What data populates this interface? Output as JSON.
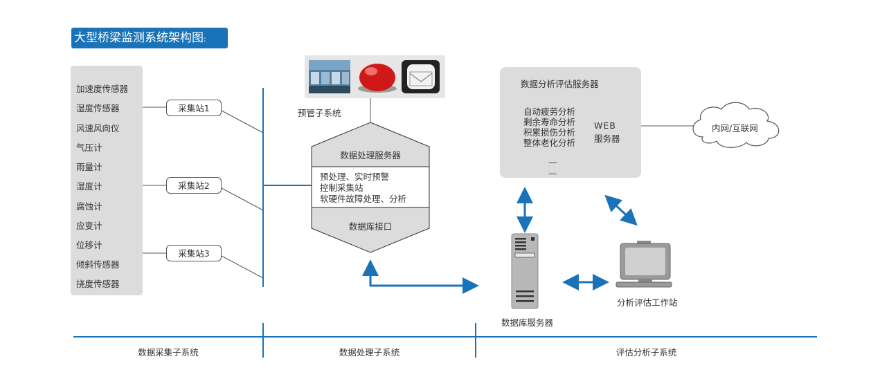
{
  "title": "大型桥梁监测系统架构图",
  "title_suffix": ":",
  "sensors": [
    "加速度传感器",
    "湿度传感器",
    "风速风向仪",
    "气压计",
    "雨量计",
    "湿度计",
    "腐蚀计",
    "应变计",
    "位移计",
    "倾斜传感器",
    "挠度传感器"
  ],
  "stations": [
    "采集站1",
    "采集站2",
    "采集站3"
  ],
  "warning": {
    "label": "预管子系统"
  },
  "processing": {
    "title": "数据处理服务器",
    "lines": [
      "预处理、实时预警",
      "控制采集站",
      "软硬件故障处理、分析"
    ],
    "db_interface": "数据库接口"
  },
  "analysis": {
    "title": "数据分析评估服务器",
    "items": [
      "自动疲劳分析",
      "剩余寿命分析",
      "积累损伤分析",
      "整体老化分析",
      "—",
      "—"
    ],
    "web": [
      "WEB",
      "服务器"
    ]
  },
  "network": "内网/互联网",
  "db_server": "数据库服务器",
  "workstation": "分析评估工作站",
  "subsystems": [
    "数据采集子系统",
    "数据处理子系统",
    "评估分析子系统"
  ],
  "colors": {
    "accent": "#1a73b8",
    "panel": "#dcdcdc",
    "line": "#555555"
  }
}
